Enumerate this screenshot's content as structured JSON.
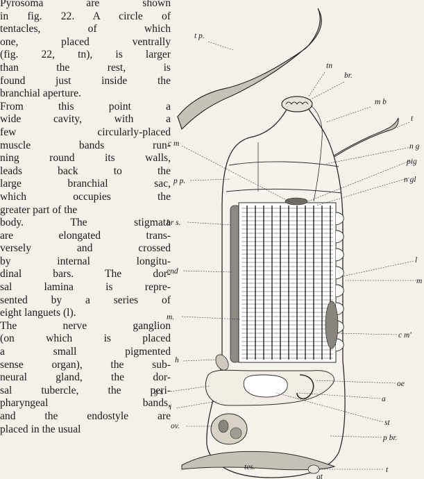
{
  "text_lines": [
    "Pyrosoma are shown",
    "in fig. 22. A circle of",
    "tentacles, of which",
    "one, placed ventrally",
    "(fig. 22, tn), is larger",
    "than the rest, is",
    "found just inside the",
    "branchial aperture.",
    "From this point a",
    "wide cavity, with a",
    "few circularly-placed",
    "muscle bands run-",
    "ning round its walls,",
    "leads back to the",
    "large branchial sac,",
    "which occupies the",
    "greater part of the",
    "body. The stigmata",
    "are elongated trans-",
    "versely and crossed",
    "by internal longitu-",
    "dinal bars. The dor-",
    "sal lamina is repre-",
    "sented by a series of",
    "eight languets (l).",
    "The nerve ganglion",
    "(on which is placed",
    "a small pigmented",
    "sense organ), the sub-",
    "neural gland, the dor-",
    "sal tubercle, the peri-",
    "pharyngeal bands,",
    "and the endostyle are",
    "placed in the usual"
  ],
  "figure_labels": {
    "tp": "t p.",
    "tn": "tn",
    "br": "br.",
    "mb": "m b",
    "t_top": "t",
    "ng": "n g",
    "pig": "pig",
    "ngl": "n gl",
    "cm": "c m",
    "pp": "p p.",
    "brs": "br s.",
    "l": "l",
    "end": "end",
    "m_right": "m",
    "m_left": "m.",
    "cm2": "c m'",
    "h": "h",
    "oe": "oe",
    "gs": "g s",
    "a": "a",
    "i": "i",
    "ov": "ov.",
    "st": "st",
    "pbr": "p br.",
    "tes": "tes.",
    "t_bottom": "t",
    "gt": "gt"
  }
}
